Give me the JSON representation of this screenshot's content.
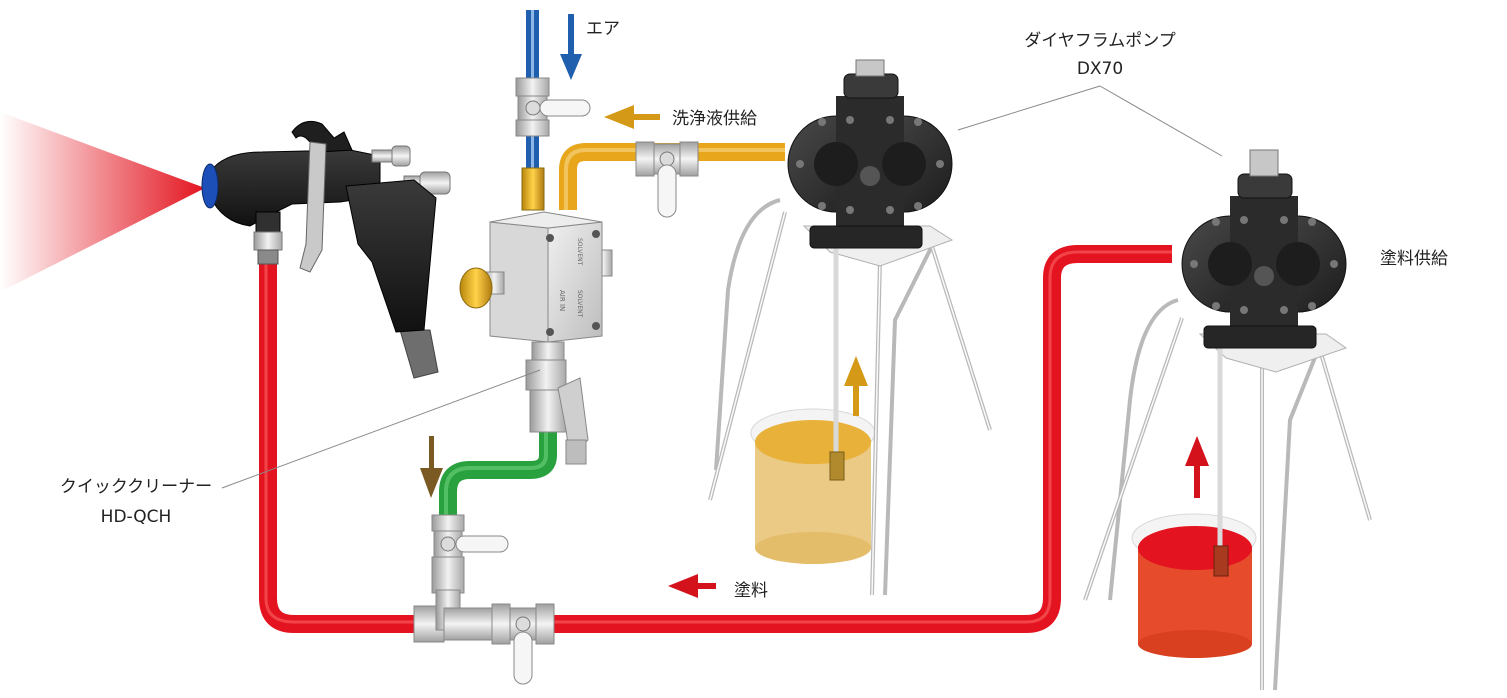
{
  "labels": {
    "air": "エア",
    "cleaning_supply": "洗浄液供給",
    "pump_name": "ダイヤフラムポンプ",
    "pump_model": "DX70",
    "paint_supply": "塗料供給",
    "paint": "塗料",
    "cleaner_name": "クイッククリーナー",
    "cleaner_model": "HD-QCH"
  },
  "cleaner_block_text": {
    "front": "AIR IN",
    "side_top": "SOLVENT",
    "side_mid": "SOLVENT"
  },
  "colors": {
    "paint_line": "#e3141f",
    "cleaning_line": "#e8a61c",
    "air_line": "#1f5fae",
    "drain_line": "#2aa13f",
    "air_arrow": "#1f5fae",
    "cleaning_arrow": "#d49a17",
    "drain_arrow": "#7a5a22",
    "paint_arrow": "#d3121c",
    "pump_body": "#2b2b2b",
    "cleaning_liquid": "#e8b13a",
    "paint_liquid": "#e64b2c",
    "spray_cone": "#e3141f"
  },
  "icons": [
    "spray-gun-icon",
    "diaphragm-pump-icon",
    "quick-cleaner-icon",
    "valve-icon",
    "bucket-icon"
  ]
}
